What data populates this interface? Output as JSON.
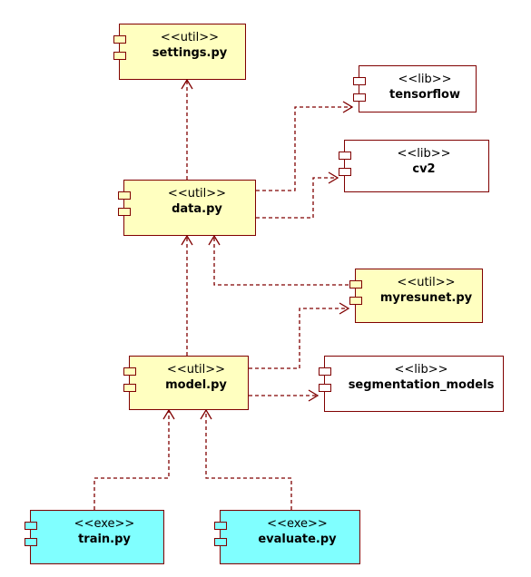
{
  "components": {
    "settings": {
      "stereotype": "<<util>>",
      "name": "settings.py"
    },
    "tensorflow": {
      "stereotype": "<<lib>>",
      "name": "tensorflow"
    },
    "cv2": {
      "stereotype": "<<lib>>",
      "name": "cv2"
    },
    "data": {
      "stereotype": "<<util>>",
      "name": "data.py"
    },
    "myresunet": {
      "stereotype": "<<util>>",
      "name": "myresunet.py"
    },
    "model": {
      "stereotype": "<<util>>",
      "name": "model.py"
    },
    "segmentation_models": {
      "stereotype": "<<lib>>",
      "name": "segmentation_models"
    },
    "train": {
      "stereotype": "<<exe>>",
      "name": "train.py"
    },
    "evaluate": {
      "stereotype": "<<exe>>",
      "name": "evaluate.py"
    }
  },
  "colors": {
    "util_fill": "#ffffc0",
    "lib_fill": "#ffffff",
    "exe_fill": "#80ffff",
    "stroke": "#800000"
  }
}
